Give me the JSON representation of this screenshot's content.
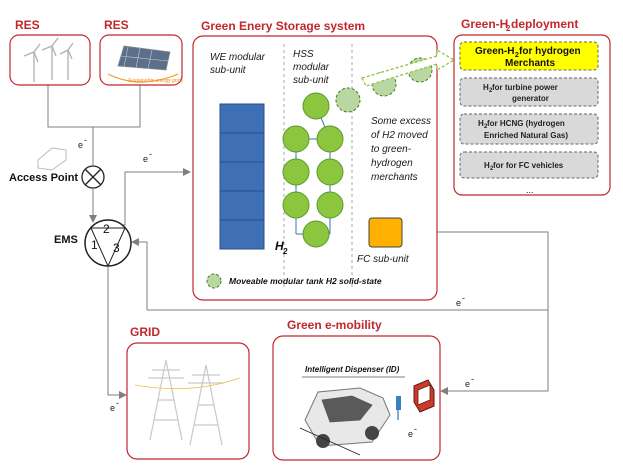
{
  "res_left_title": "RES",
  "res_right_title": "RES",
  "solar_caption": "Sustainable energy grids",
  "gess_title": "Green Enery Storage  system",
  "we_label": "WE modular sub-unit",
  "we_lines": [
    "WE modular",
    "sub-unit"
  ],
  "hss_lines": [
    "HSS",
    "modular",
    "sub-unit"
  ],
  "excess_lines": [
    "Some excess",
    "of H2 moved",
    "to green-",
    "hydrogen",
    "merchants"
  ],
  "fc_label": "FC sub-unit",
  "h2_label": "H",
  "h2_sub": "2",
  "tank_legend": "Moveable modular tank H2 solid-state",
  "deploy_title_prefix": "Green-H",
  "deploy_title_sub": "2",
  "deploy_title_suffix": " deployment",
  "merchant_main_line1": "Green-H",
  "merchant_main_sub": "2",
  "merchant_main_line1b": " for hydrogen",
  "merchant_main_line2": "Merchants",
  "merchants": [
    {
      "l1": "H",
      "sub": "2",
      "l1b": " for turbine power",
      "l2": "generator"
    },
    {
      "l1": "H",
      "sub": "2",
      "l1b": " for HCNG (hydrogen",
      "l2": "Enriched Natural Gas)"
    },
    {
      "l1": "H",
      "sub": "2",
      "l1b": " for for FC vehicles",
      "l2": ""
    }
  ],
  "merchant_more": "...",
  "access_point": "Access Point",
  "ems": "EMS",
  "ems_n1": "1",
  "ems_n2": "2",
  "ems_n3": "3",
  "electron_label": "e",
  "electron_sup": "-",
  "grid_title": "GRID",
  "emobility_title": "Green e-mobility",
  "dispenser": "Intelligent Dispenser (ID)",
  "colors": {
    "box_border": "#c0282e",
    "we_fill": "#3f6fb5",
    "hss_fill": "#8cc63f",
    "hss_stroke": "#5a9a2a",
    "fc_fill": "#ffb000",
    "merchant_main_fill": "#ffff00",
    "merchant_fill": "#d9d9d9",
    "line": "#7f7f7f"
  }
}
